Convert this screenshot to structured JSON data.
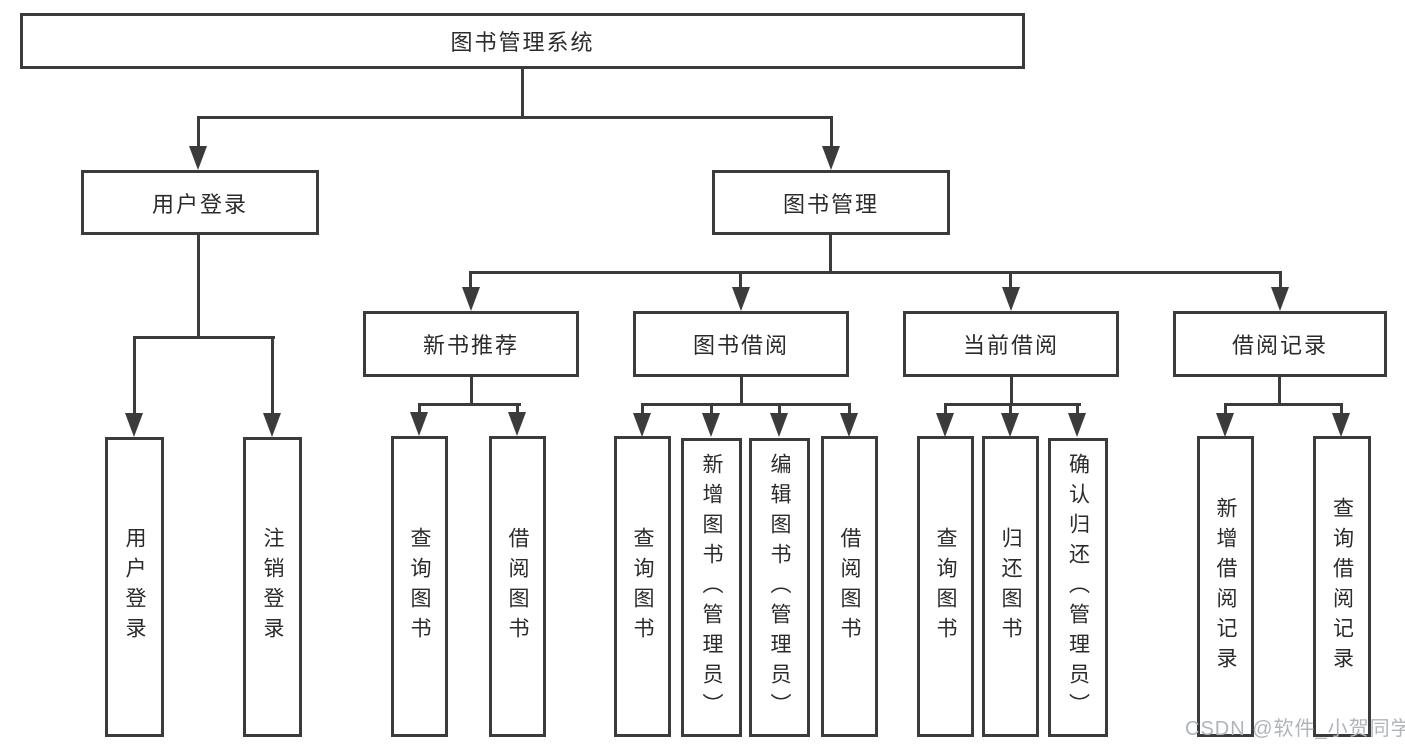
{
  "tree": {
    "label": "图书管理系统",
    "children": [
      {
        "label": "用户登录",
        "children": [
          {
            "label": "用户登录"
          },
          {
            "label": "注销登录"
          }
        ]
      },
      {
        "label": "图书管理",
        "children": [
          {
            "label": "新书推荐",
            "children": [
              {
                "label": "查询图书"
              },
              {
                "label": "借阅图书"
              }
            ]
          },
          {
            "label": "图书借阅",
            "children": [
              {
                "label": "查询图书"
              },
              {
                "label": "新增图书（管理员）"
              },
              {
                "label": "编辑图书（管理员）"
              },
              {
                "label": "借阅图书"
              }
            ]
          },
          {
            "label": "当前借阅",
            "children": [
              {
                "label": "查询图书"
              },
              {
                "label": "归还图书"
              },
              {
                "label": "确认归还（管理员）"
              }
            ]
          },
          {
            "label": "借阅记录",
            "children": [
              {
                "label": "新增借阅记录"
              },
              {
                "label": "查询借阅记录"
              }
            ]
          }
        ]
      }
    ]
  },
  "watermark": {
    "text": "CSDN @软件_小贺同学"
  },
  "colors": {
    "line": "#3b3b3b",
    "text": "#2b2b2b",
    "watermark": "#b0b5bc",
    "background": "#ffffff"
  }
}
